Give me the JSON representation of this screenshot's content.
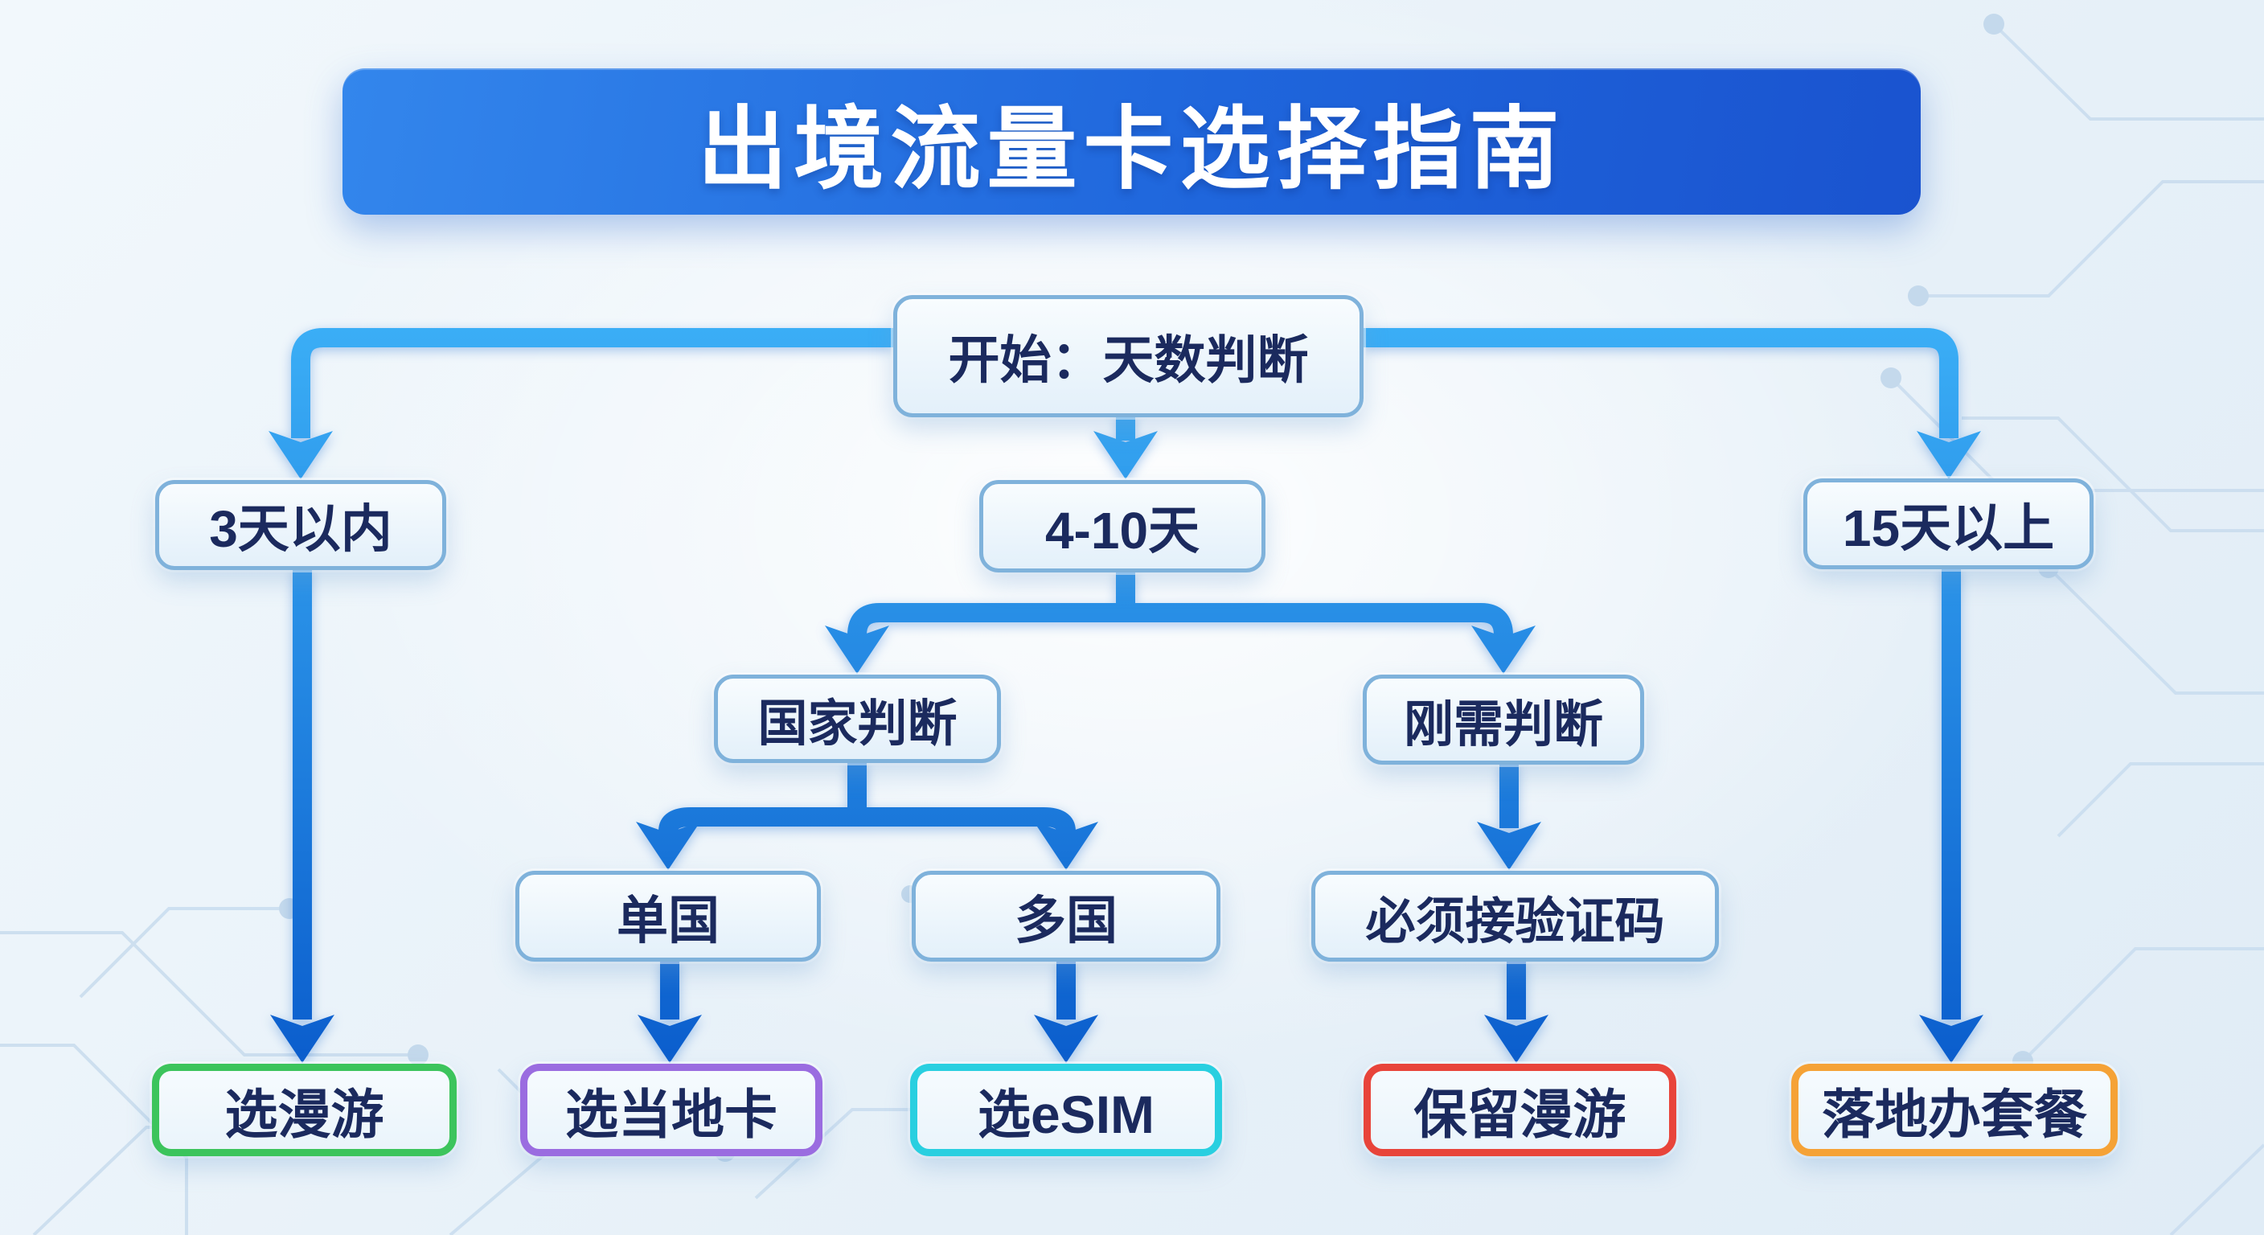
{
  "title": "出境流量卡选择指南",
  "colors": {
    "banner_blue": "#1f66dc",
    "connector_light": "#3db2f8",
    "connector_dark": "#0a5ccc",
    "node_border_blue": "#7fb2db",
    "node_text_navy": "#1b2a5e",
    "accent_green": "#3cc45c",
    "accent_purple": "#9a6ce0",
    "accent_cyan": "#29cfe0",
    "accent_red": "#e8443a",
    "accent_orange": "#f5a236"
  },
  "nodes": {
    "start": {
      "label": "开始：天数判断"
    },
    "d3": {
      "label": "3天以内"
    },
    "d410": {
      "label": "4-10天"
    },
    "d15": {
      "label": "15天以上"
    },
    "country": {
      "label": "国家判断"
    },
    "need": {
      "label": "刚需判断"
    },
    "single": {
      "label": "单国"
    },
    "multi": {
      "label": "多国"
    },
    "sms": {
      "label": "必须接验证码"
    },
    "roaming": {
      "label": "选漫游",
      "accent": "#3cc45c"
    },
    "local": {
      "label": "选当地卡",
      "accent": "#9a6ce0"
    },
    "esim": {
      "label": "选eSIM",
      "accent": "#29cfe0"
    },
    "keep": {
      "label": "保留漫游",
      "accent": "#e8443a"
    },
    "landing": {
      "label": "落地办套餐",
      "accent": "#f5a236"
    }
  }
}
